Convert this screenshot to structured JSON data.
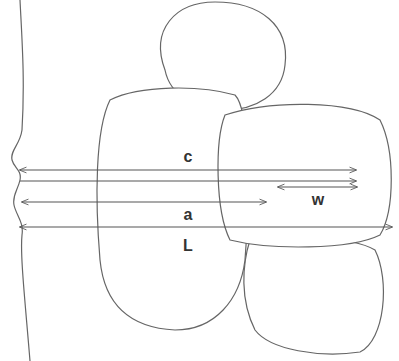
{
  "diagram": {
    "labels": [
      "c",
      "w",
      "a",
      "L"
    ]
  }
}
